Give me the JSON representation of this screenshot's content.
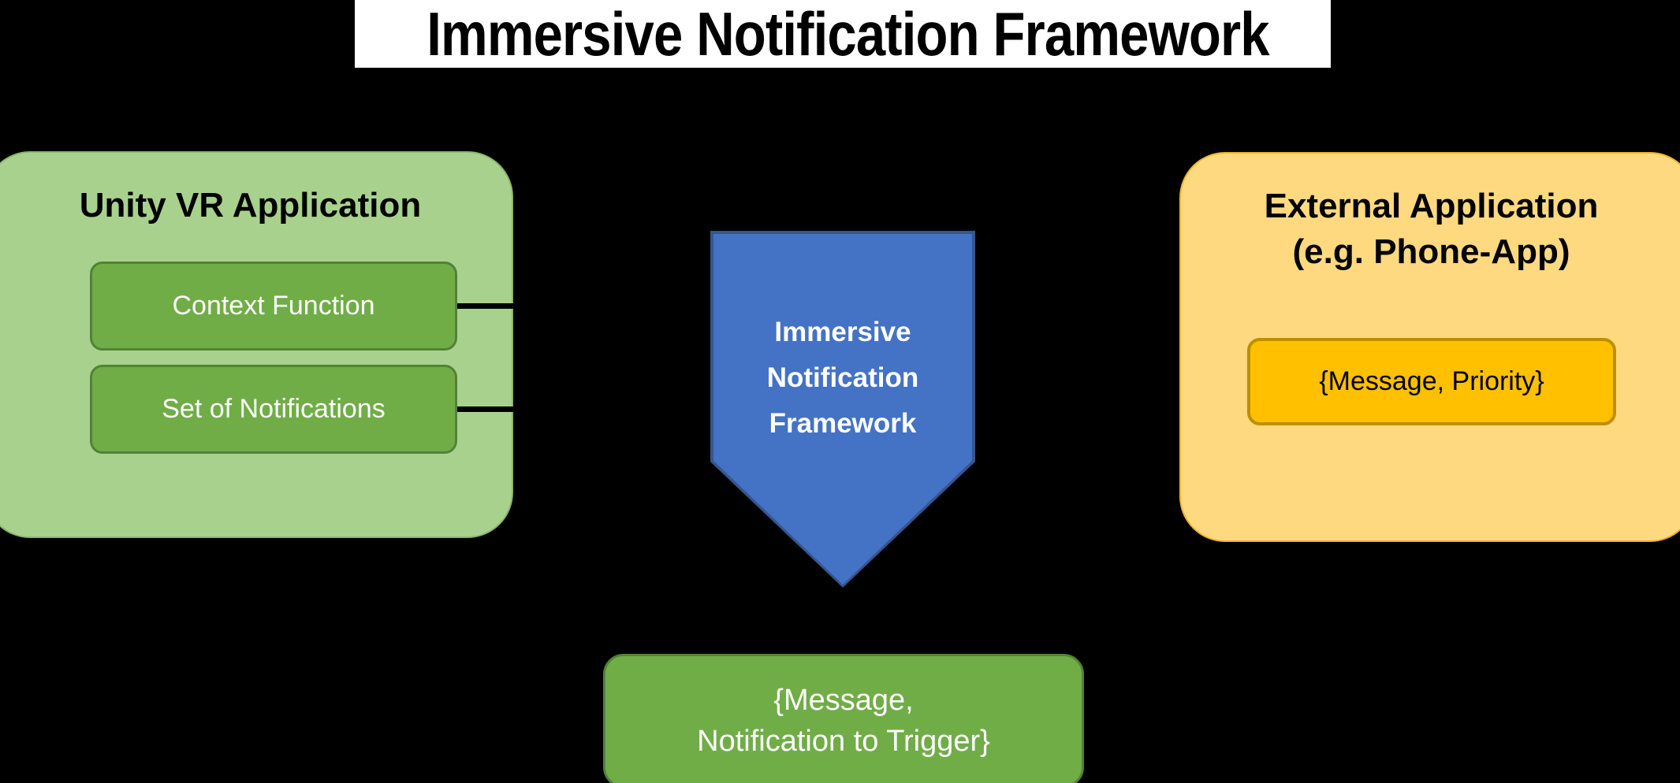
{
  "background_color": "#000000",
  "title": {
    "text": "Immersive Notification Framework",
    "banner_color": "#ffffff",
    "text_color": "#000000"
  },
  "unity_panel": {
    "title": "Unity VR Application",
    "fill_color": "#a9d18e",
    "title_color": "#000000",
    "items": [
      {
        "label": "Context Function",
        "fill_color": "#70ad47",
        "text_color": "#ffffff"
      },
      {
        "label": "Set of Notifications",
        "fill_color": "#70ad47",
        "text_color": "#ffffff"
      }
    ]
  },
  "framework_shape": {
    "line1": "Immersive",
    "line2": "Notification",
    "line3": "Framework",
    "fill_color": "#4472c4",
    "text_color": "#ffffff"
  },
  "external_panel": {
    "title_line1": "External Application",
    "title_line2": "(e.g. Phone-App)",
    "fill_color": "#ffd980",
    "title_color": "#000000",
    "payload": {
      "label": "{Message, Priority}",
      "fill_color": "#ffc000",
      "text_color": "#000000"
    }
  },
  "output_box": {
    "line1": "{Message,",
    "line2": "Notification to Trigger}",
    "fill_color": "#70ad47",
    "text_color": "#ffffff"
  },
  "connectors": {
    "color": "#000000",
    "count": 2
  }
}
